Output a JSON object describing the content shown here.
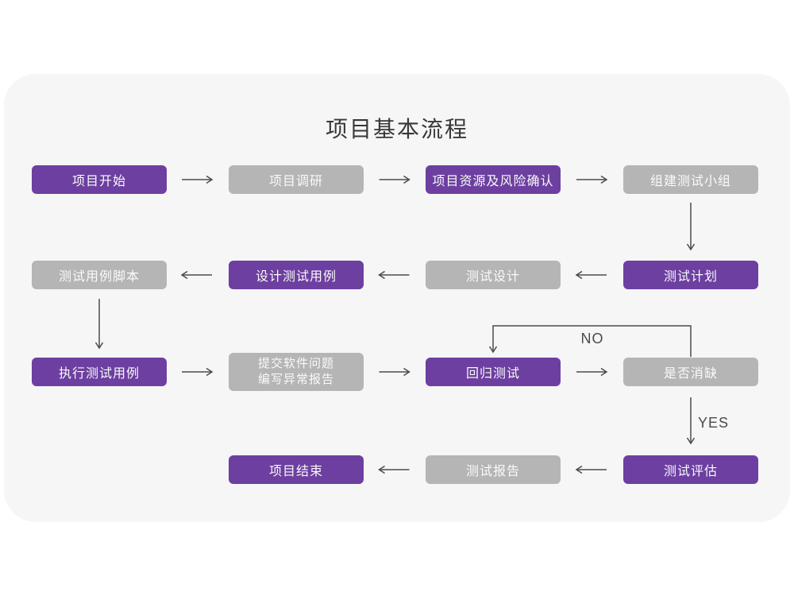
{
  "title": "项目基本流程",
  "branch_labels": {
    "no": "NO",
    "yes": "YES"
  },
  "nodes": {
    "project_start": {
      "label": "项目开始",
      "variant": "purple"
    },
    "project_research": {
      "label": "项目调研",
      "variant": "gray"
    },
    "risk_confirm": {
      "label": "项目资源及风险确认",
      "variant": "purple"
    },
    "build_test_team": {
      "label": "组建测试小组",
      "variant": "gray"
    },
    "test_plan": {
      "label": "测试计划",
      "variant": "purple"
    },
    "test_design": {
      "label": "测试设计",
      "variant": "gray"
    },
    "design_test_case": {
      "label": "设计测试用例",
      "variant": "purple"
    },
    "test_case_script": {
      "label": "测试用例脚本",
      "variant": "gray"
    },
    "execute_test_case": {
      "label": "执行测试用例",
      "variant": "purple"
    },
    "submit_issue": {
      "line1": "提交软件问题",
      "line2": "编写异常报告",
      "variant": "gray"
    },
    "regression_test": {
      "label": "回归测试",
      "variant": "purple"
    },
    "defect_check": {
      "label": "是否消缺",
      "variant": "gray"
    },
    "test_evaluate": {
      "label": "测试评估",
      "variant": "purple"
    },
    "test_report": {
      "label": "测试报告",
      "variant": "gray"
    },
    "project_end": {
      "label": "项目结束",
      "variant": "purple"
    }
  },
  "colors": {
    "purple_node": "#6c3fa0",
    "gray_node": "#b5b5b5",
    "card_background": "#f6f6f6",
    "page_background": "#ffffff",
    "arrow": "#4c4c4c",
    "title_text": "#383838",
    "node_text": "#fafafa"
  }
}
